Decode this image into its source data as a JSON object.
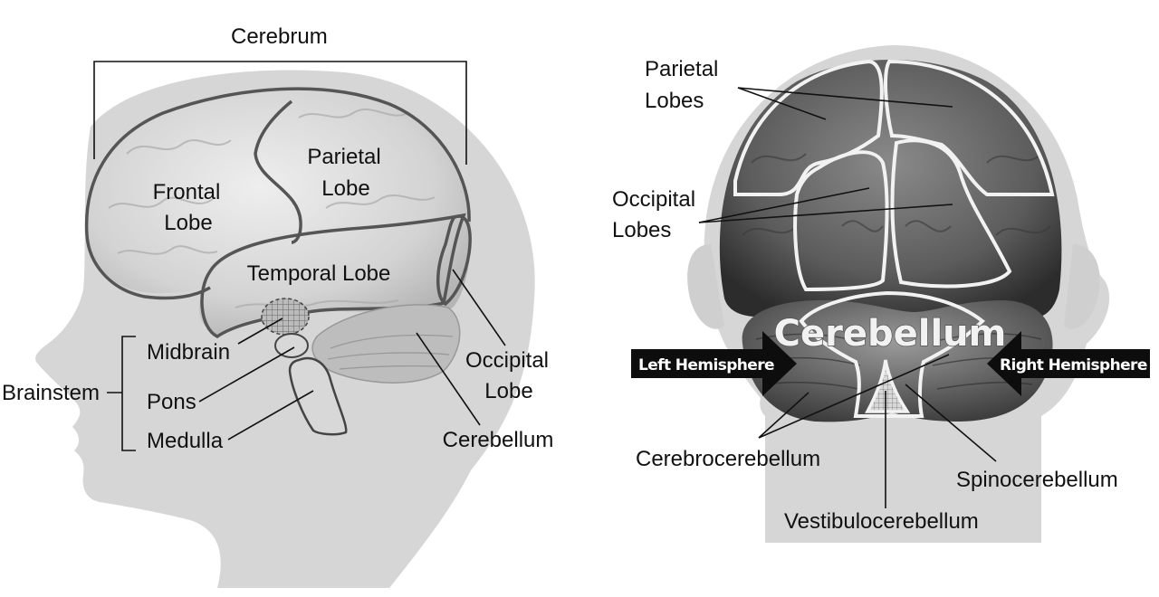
{
  "left_panel": {
    "cerebrum": "Cerebrum",
    "frontal_lobe": [
      "Frontal",
      "Lobe"
    ],
    "parietal_lobe": [
      "Parietal",
      "Lobe"
    ],
    "temporal_lobe": "Temporal Lobe",
    "occipital_lobe": [
      "Occipital",
      "Lobe"
    ],
    "cerebellum": "Cerebellum",
    "brainstem": "Brainstem",
    "midbrain": "Midbrain",
    "pons": "Pons",
    "medulla": "Medulla"
  },
  "right_panel": {
    "parietal_lobes": [
      "Parietal",
      "Lobes"
    ],
    "occipital_lobes": [
      "Occipital",
      "Lobes"
    ],
    "cerebellum_title": "Cerebellum",
    "left_hemisphere": "Left Hemisphere",
    "right_hemisphere": "Right Hemisphere",
    "cerebrocerebellum": "Cerebrocerebellum",
    "spinocerebellum": "Spinocerebellum",
    "vestibulocerebellum": "Vestibulocerebellum"
  }
}
